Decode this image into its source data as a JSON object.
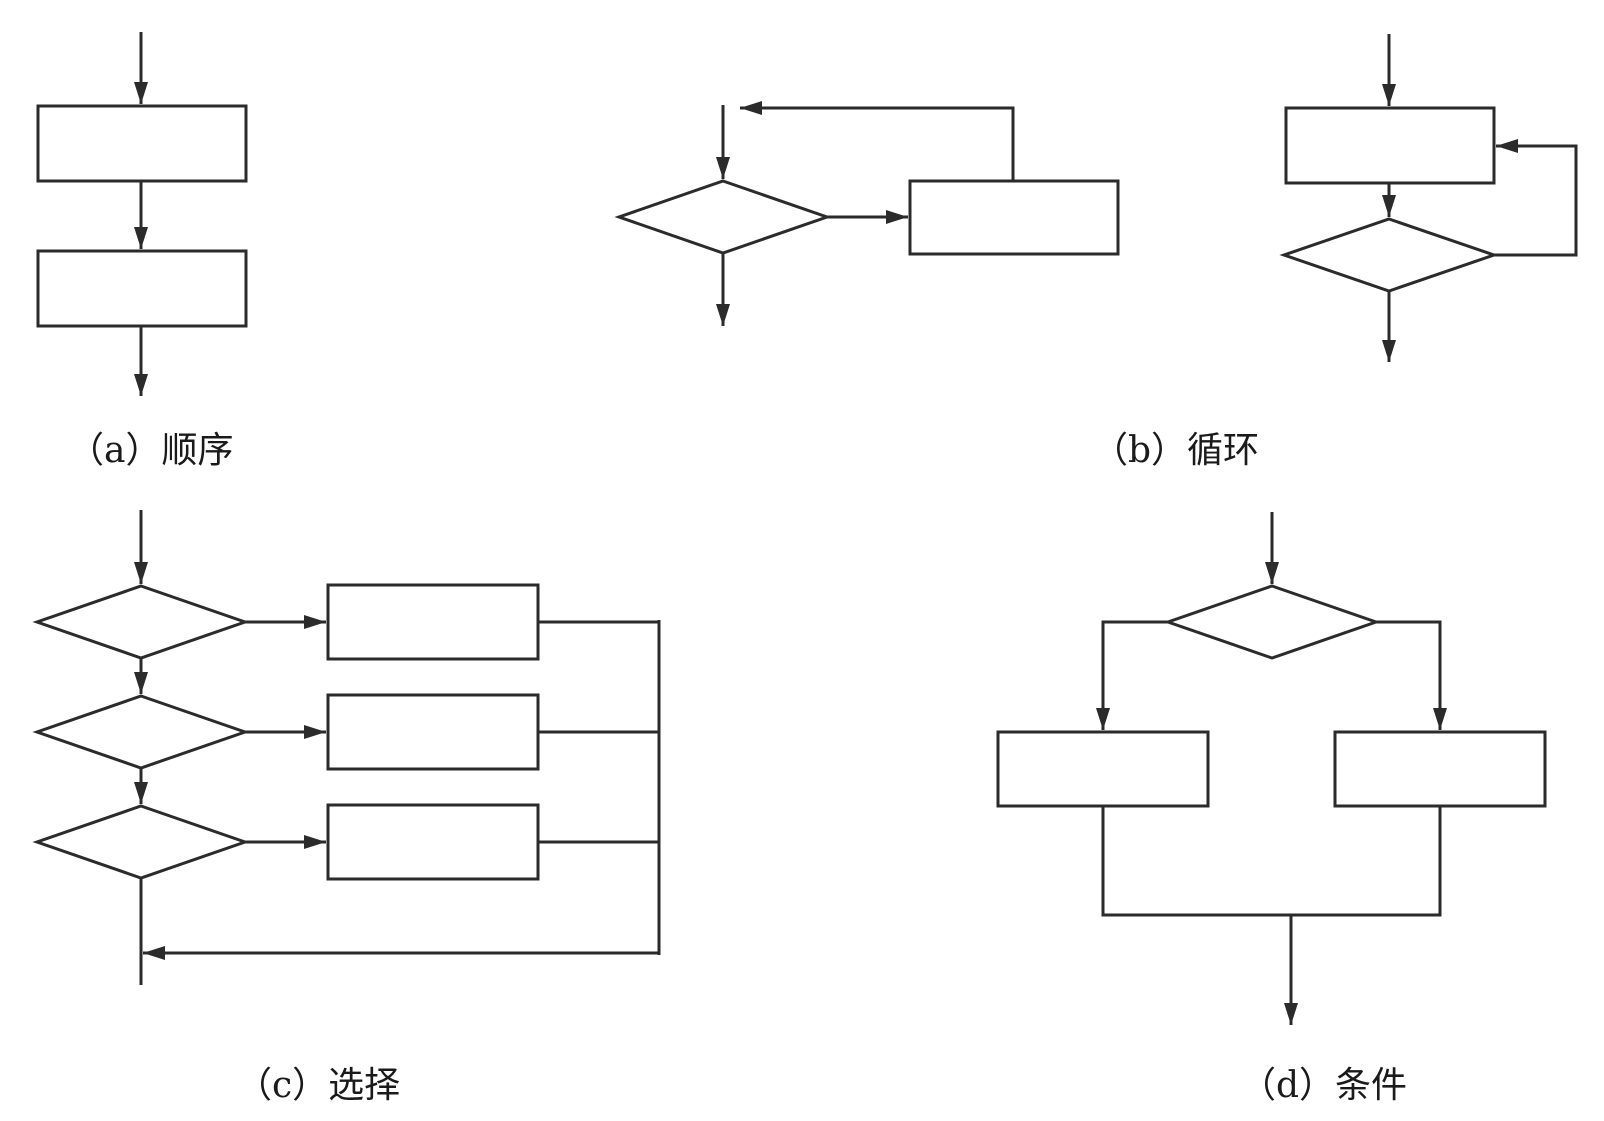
{
  "title": "程序结构流程图",
  "captions": {
    "a": "（a）顺序",
    "b": "（b）循环",
    "c": "（c）选择",
    "d": "（d）条件"
  },
  "colors": {
    "stroke": "#2b2b2b",
    "background": "#ffffff",
    "text": "#1a1a1a"
  }
}
